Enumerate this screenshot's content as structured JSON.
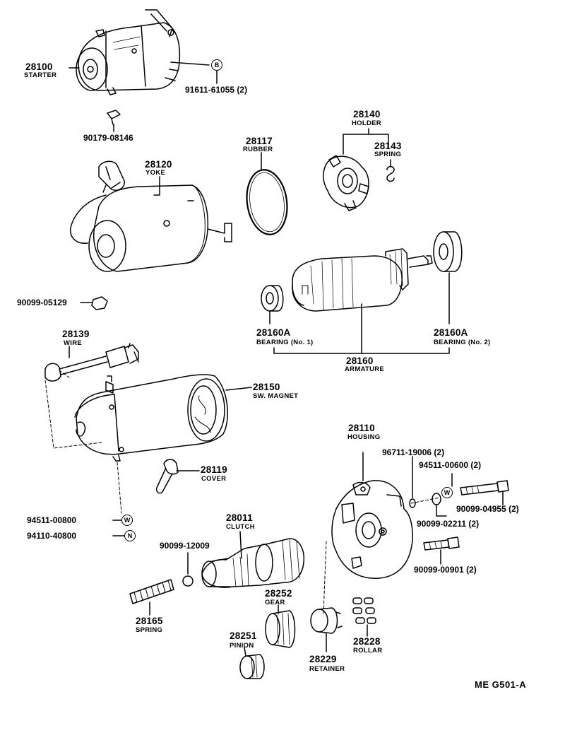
{
  "parts": [
    {
      "id": "p28100",
      "number": "28100",
      "name": "STARTER"
    },
    {
      "id": "p91611",
      "number": "91611-61055 (2)",
      "marker": "B"
    },
    {
      "id": "p90179",
      "number": "90179-08146"
    },
    {
      "id": "p28140",
      "number": "28140",
      "name": "HOLDER"
    },
    {
      "id": "p28117",
      "number": "28117",
      "name": "RUBBER"
    },
    {
      "id": "p28143",
      "number": "28143",
      "name": "SPRING"
    },
    {
      "id": "p28120",
      "number": "28120",
      "name": "YOKE"
    },
    {
      "id": "p90099_05129",
      "number": "90099-05129"
    },
    {
      "id": "p28160a1",
      "number": "28160A",
      "name": "BEARING (No. 1)"
    },
    {
      "id": "p28160a2",
      "number": "28160A",
      "name": "BEARING (No. 2)"
    },
    {
      "id": "p28160",
      "number": "28160",
      "name": "ARMATURE"
    },
    {
      "id": "p28139",
      "number": "28139",
      "name": "WIRE"
    },
    {
      "id": "p28150",
      "number": "28150",
      "name": "SW. MAGNET"
    },
    {
      "id": "p28110",
      "number": "28110",
      "name": "HOUSING"
    },
    {
      "id": "p96711",
      "number": "96711-19006 (2)"
    },
    {
      "id": "p94511_00600",
      "number": "94511-00600 (2)"
    },
    {
      "id": "p90099_04955",
      "number": "90099-04955 (2)"
    },
    {
      "id": "p90099_02211",
      "number": "90099-02211 (2)"
    },
    {
      "id": "p28119",
      "number": "28119",
      "name": "COVER"
    },
    {
      "id": "p94511_00800",
      "number": "94511-00800",
      "marker": "W"
    },
    {
      "id": "p94110",
      "number": "94110-40800",
      "marker": "N"
    },
    {
      "id": "p28011",
      "number": "28011",
      "name": "CLUTCH"
    },
    {
      "id": "p90099_12009",
      "number": "90099-12009"
    },
    {
      "id": "p90099_00901",
      "number": "90099-00901 (2)"
    },
    {
      "id": "p28252",
      "number": "28252",
      "name": "GEAR"
    },
    {
      "id": "p28165",
      "number": "28165",
      "name": "SPRING"
    },
    {
      "id": "p28251",
      "number": "28251",
      "name": "PINION"
    },
    {
      "id": "p28229",
      "number": "28229",
      "name": "RETAINER"
    },
    {
      "id": "p28228",
      "number": "28228",
      "name": "ROLLAR"
    }
  ],
  "markers": {
    "washer_600": "W",
    "washer_800": "W",
    "nut": "N",
    "bolt_b": "B"
  },
  "figure_code": "ME  G501-A"
}
